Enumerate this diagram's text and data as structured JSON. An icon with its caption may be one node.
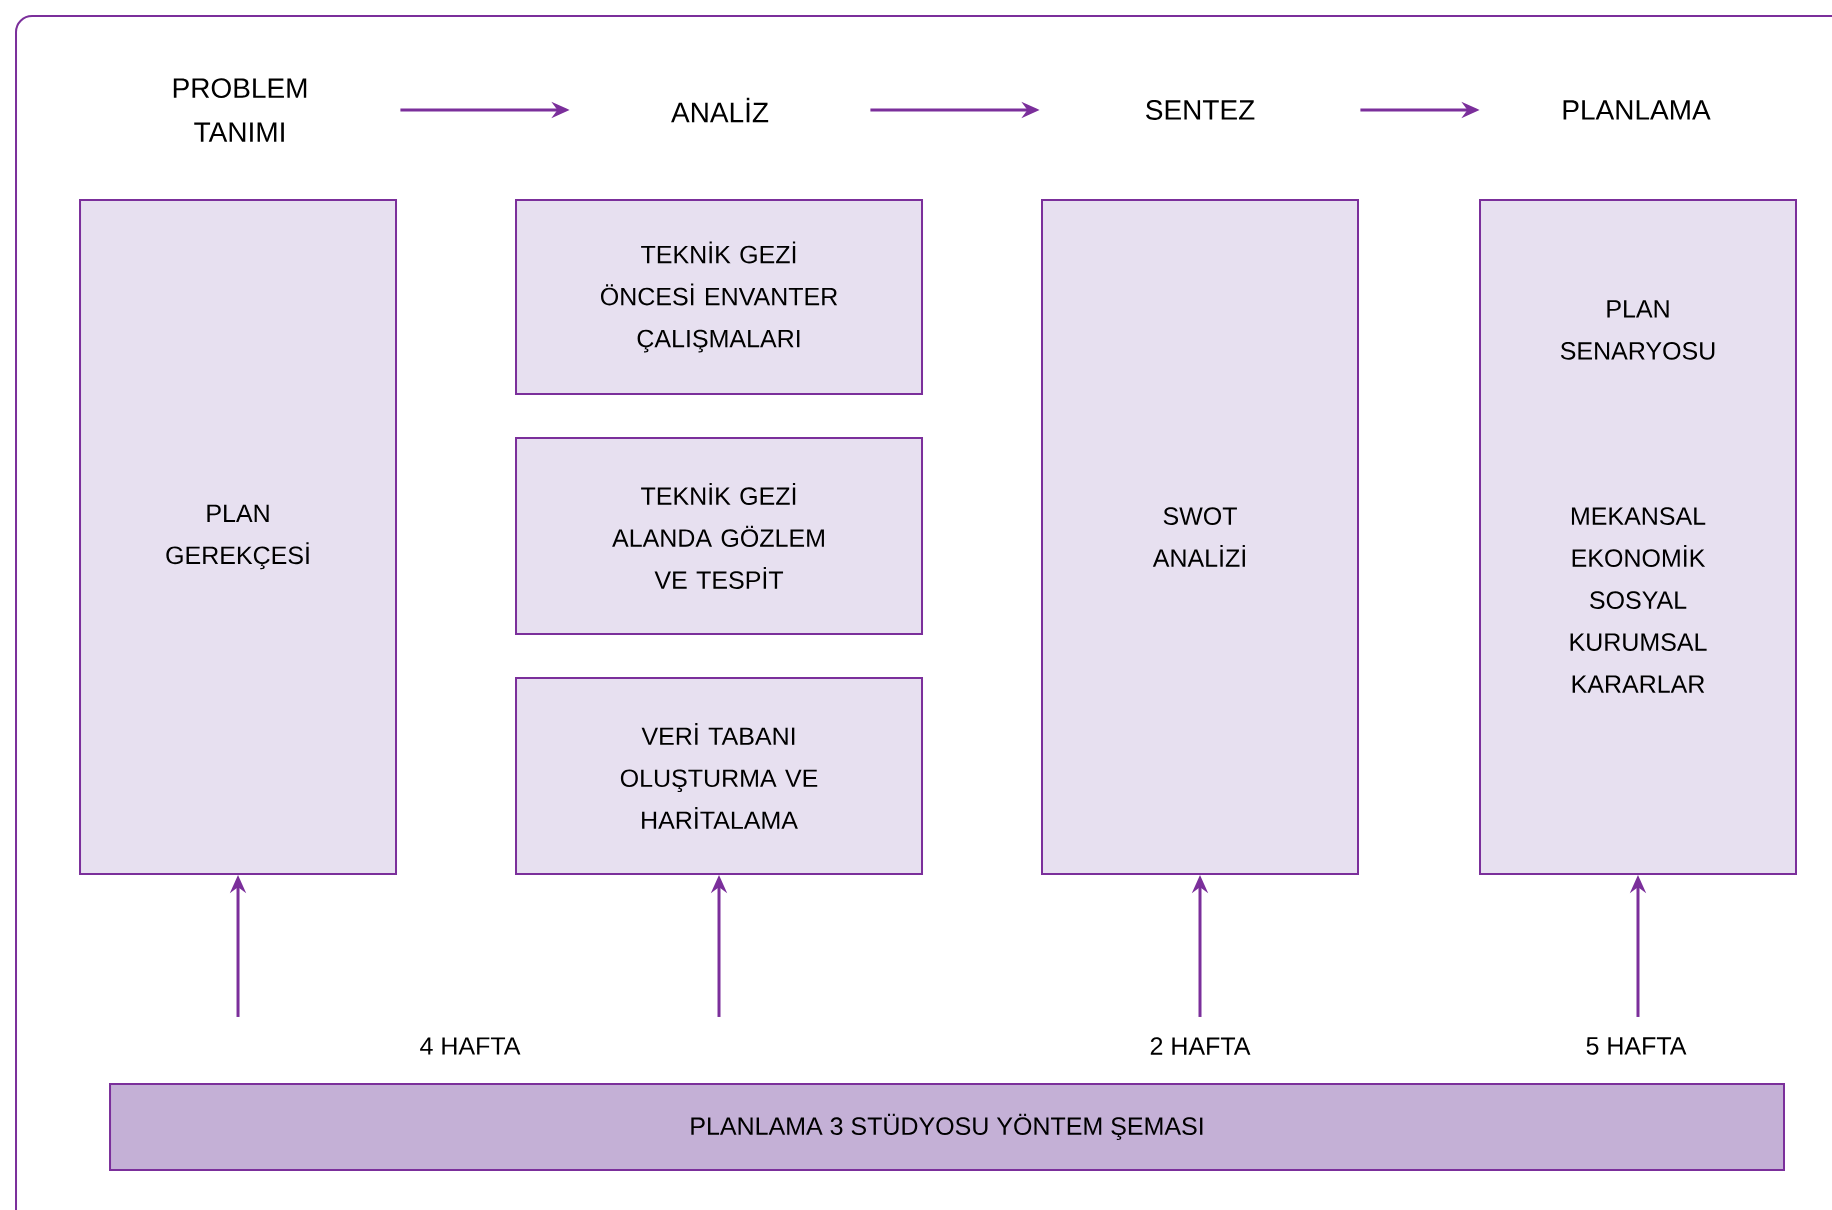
{
  "diagram": {
    "nodes": [
      {
        "text": [
          "PROBLEM TANIMI"
        ]
      },
      {
        "text": [
          "ANALİZ"
        ]
      },
      {
        "text": [
          "SENTEZ"
        ]
      },
      {
        "text": [
          "PLANLAMA"
        ]
      },
      {
        "text": [
          "PLAN GEREKÇESİ"
        ]
      },
      {
        "text": [
          "TEKNİK GEZİ ÖNCESİ ENVANTER ÇALIŞMALARI"
        ]
      },
      {
        "text": [
          "TEKNİK GEZİ ALANDA GÖZLEM VE TESPİT"
        ]
      },
      {
        "text": [
          "VERİ TABANI OLUŞTURMA VE HARİTALAMA"
        ]
      },
      {
        "text": [
          "SWOT ANALİZİ"
        ]
      },
      {
        "text": [
          "PLAN SENARYOSU",
          "MEKANSAL EKONOMİK SOSYAL KURUMSAL KARARLAR"
        ]
      },
      {
        "text": [
          "PLANLAMA 3 STÜDYOSU YÖNTEM ŞEMASI"
        ]
      }
    ],
    "edges": [
      {
        "from": 0,
        "to": 1,
        "arrow": "to"
      },
      {
        "from": 1,
        "to": 2,
        "arrow": "to"
      },
      {
        "from": 2,
        "to": 3,
        "arrow": "to"
      },
      {
        "from": null,
        "to": 4,
        "arrow": "to"
      },
      {
        "from": null,
        "to": 7,
        "arrow": "to"
      },
      {
        "from": null,
        "to": 8,
        "arrow": "to"
      },
      {
        "from": null,
        "to": 9,
        "arrow": "to"
      }
    ],
    "labels": [
      "4 HAFTA",
      "2 HAFTA",
      "5 HAFTA"
    ]
  }
}
